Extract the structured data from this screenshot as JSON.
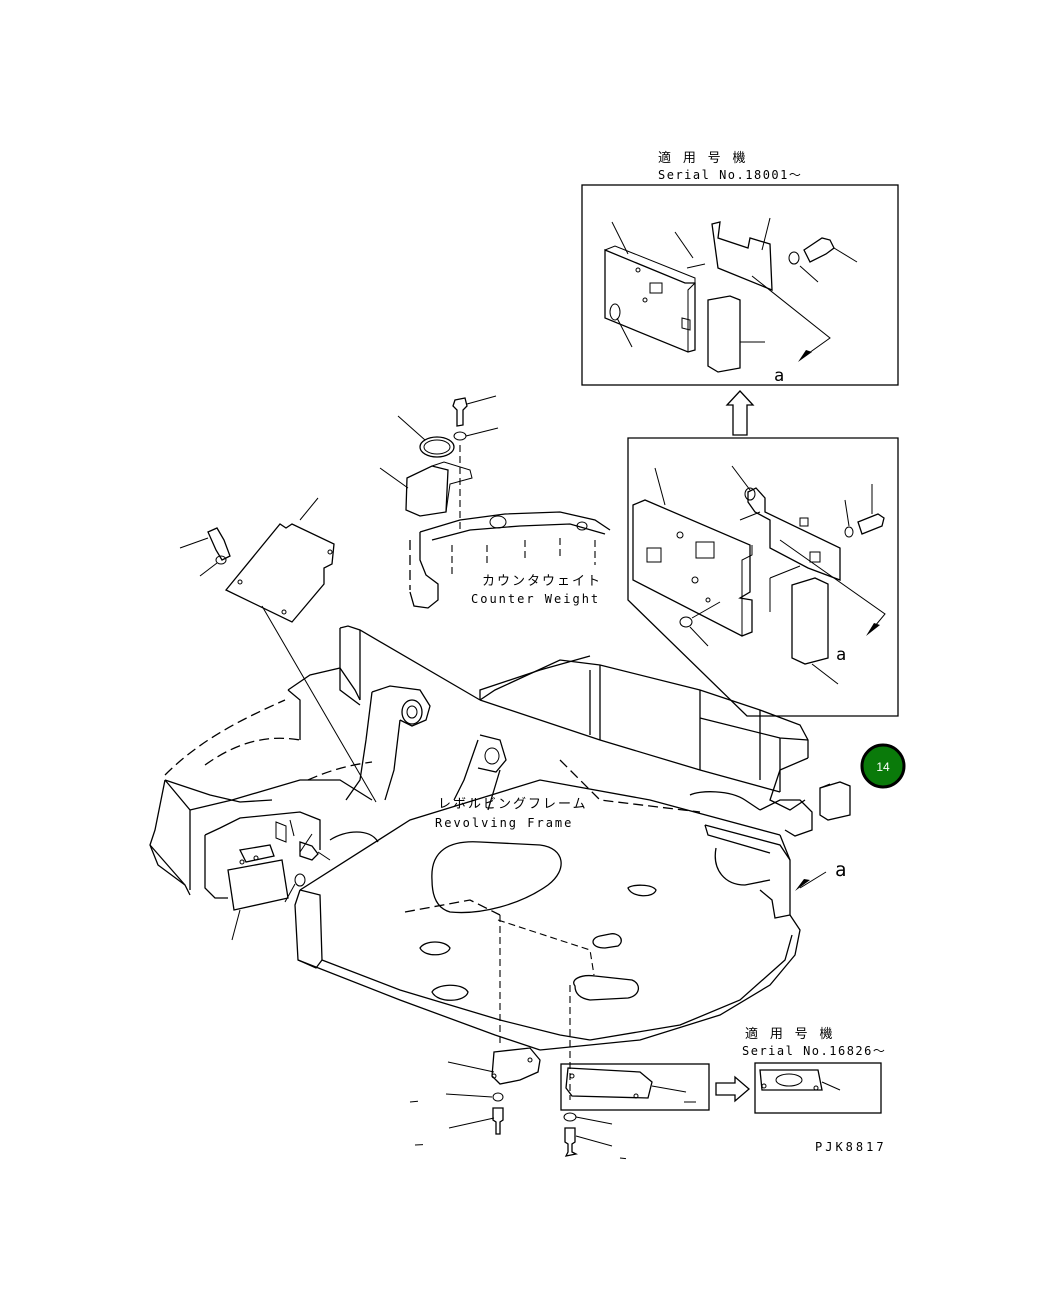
{
  "drawing_code": "PJK8817",
  "inset_top": {
    "jp": "適 用 号 機",
    "serial": "Serial No.18001～",
    "ref_letter": "a"
  },
  "inset_right": {
    "ref_letter": "a"
  },
  "inset_bottom": {
    "jp": "適 用 号 機",
    "serial": "Serial No.16826～"
  },
  "counter_weight": {
    "jp": "カウンタウェイト",
    "en": "Counter Weight"
  },
  "revolving_frame": {
    "jp": "レボルビングフレーム",
    "en": "Revolving Frame"
  },
  "main_ref_letter": "a",
  "callout": {
    "number": "14",
    "color": "#0a7a0a"
  }
}
